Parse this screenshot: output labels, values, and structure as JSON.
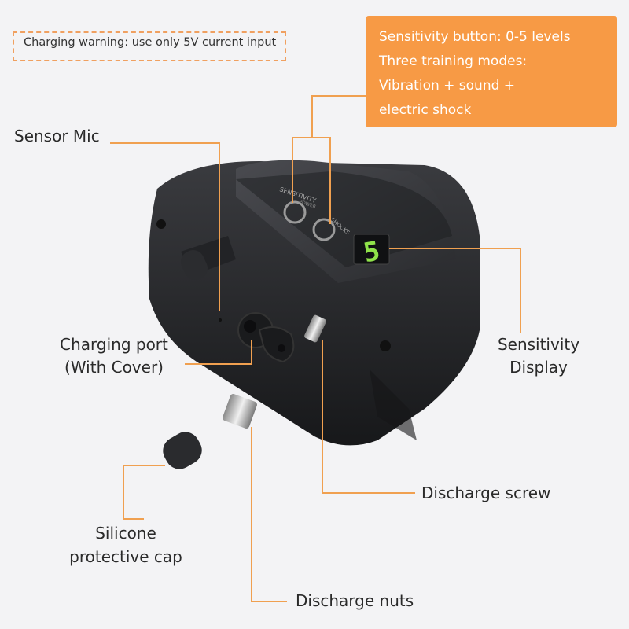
{
  "warning": {
    "text": "Charging warning: use only 5V current input"
  },
  "sensitivity_info": {
    "lines": [
      "Sensitivity button: 0-5 levels",
      "Three training modes:",
      "Vibration + sound +",
      "electric shock"
    ]
  },
  "labels": {
    "sensor_mic": "Sensor Mic",
    "charging_port_1": "Charging port",
    "charging_port_2": "(With Cover)",
    "sensitivity_display_1": "Sensitivity",
    "sensitivity_display_2": "Display",
    "discharge_screw": "Discharge screw",
    "silicone_cap_1": "Silicone",
    "silicone_cap_2": "protective cap",
    "discharge_nuts": "Discharge nuts"
  },
  "device": {
    "engraved_1": "SENSITIVITY",
    "engraved_2": "POWER",
    "engraved_3": "SHOCKS",
    "display_digit": "5"
  },
  "colors": {
    "accent": "#f79a45",
    "leader": "#f0a050",
    "device_body": "#26272a",
    "display": "#8fe24a"
  }
}
